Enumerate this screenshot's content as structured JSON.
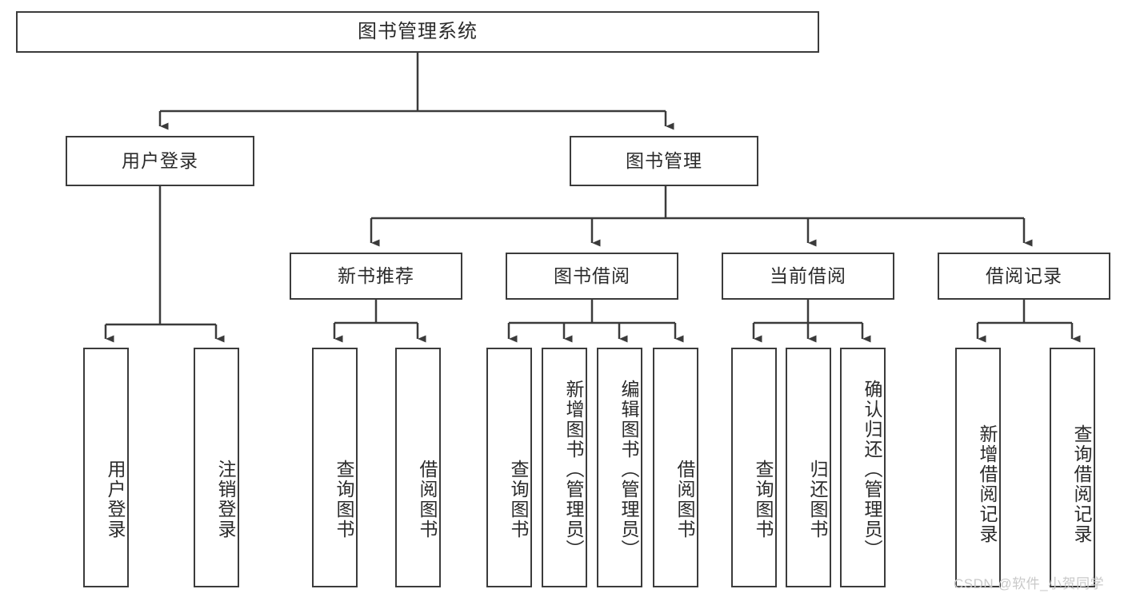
{
  "diagram": {
    "title": "图书管理系统",
    "root": {
      "label": "图书管理系统"
    },
    "level2": [
      {
        "label": "用户登录"
      },
      {
        "label": "图书管理"
      }
    ],
    "level3": [
      {
        "label": "新书推荐"
      },
      {
        "label": "图书借阅"
      },
      {
        "label": "当前借阅"
      },
      {
        "label": "借阅记录"
      }
    ],
    "leaves": [
      {
        "label": "用户登录",
        "parent": "用户登录"
      },
      {
        "label": "注销登录",
        "parent": "用户登录"
      },
      {
        "label": "查询图书",
        "parent": "新书推荐"
      },
      {
        "label": "借阅图书",
        "parent": "新书推荐"
      },
      {
        "label": "查询图书",
        "parent": "图书借阅"
      },
      {
        "label": "新增图书（管理员）",
        "parent": "图书借阅"
      },
      {
        "label": "编辑图书（管理员）",
        "parent": "图书借阅"
      },
      {
        "label": "借阅图书",
        "parent": "图书借阅"
      },
      {
        "label": "查询图书",
        "parent": "当前借阅"
      },
      {
        "label": "归还图书",
        "parent": "当前借阅"
      },
      {
        "label": "确认归还（管理员）",
        "parent": "当前借阅"
      },
      {
        "label": "新增借阅记录",
        "parent": "借阅记录"
      },
      {
        "label": "查询借阅记录",
        "parent": "借阅记录"
      }
    ]
  },
  "watermark": {
    "text": "CSDN @软件_小贺同学"
  },
  "colors": {
    "stroke": "#3b3b3b",
    "fill": "#ffffff",
    "text": "#2b2b2b",
    "watermark": "#c9c9c9"
  }
}
